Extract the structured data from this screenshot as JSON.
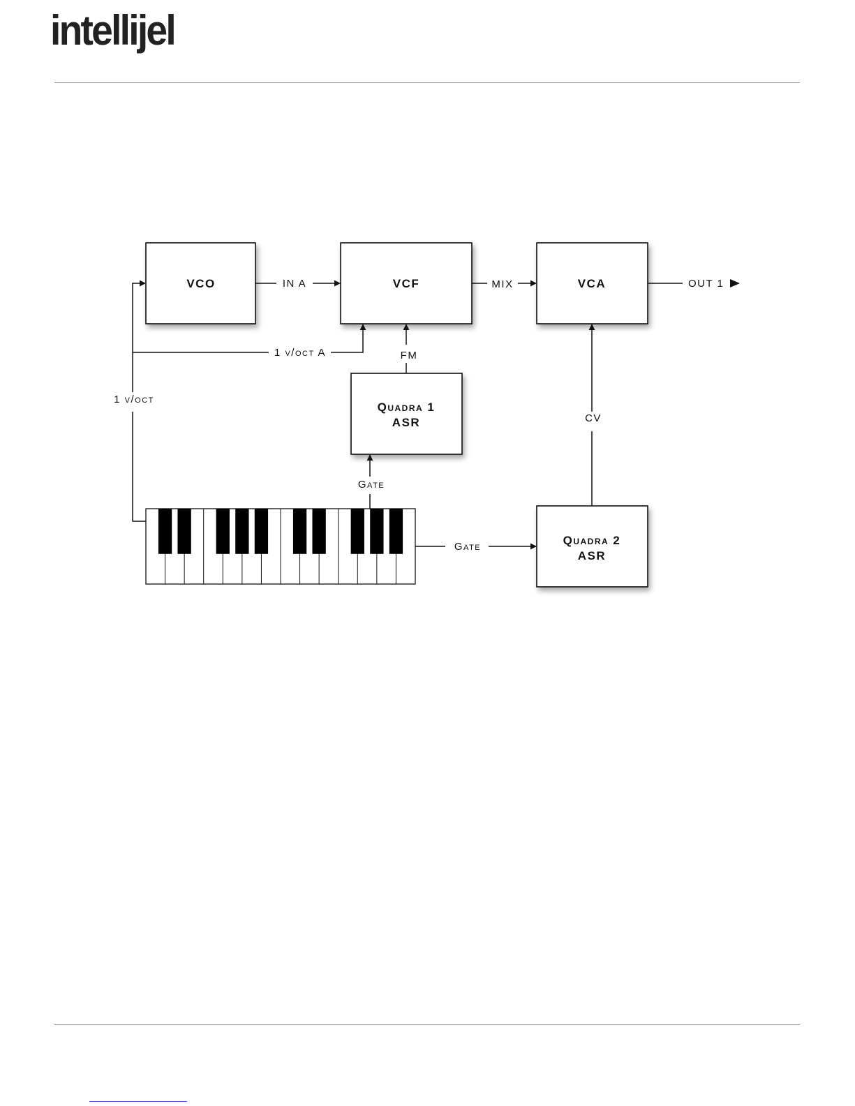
{
  "header": {
    "logo_text": "intellijel"
  },
  "diagram": {
    "modules": {
      "vco": "VCO",
      "vcf": "VCF",
      "vca": "VCA",
      "quadra1_line1": "Quadra 1",
      "quadra1_line2": "ASR",
      "quadra2_line1": "Quadra 2",
      "quadra2_line2": "ASR"
    },
    "signals": {
      "in_a": "IN A",
      "mix": "MIX",
      "out1": "OUT 1",
      "voct_a": "1 v/oct A",
      "fm": "FM",
      "voct": "1 v/oct",
      "gate_q1": "Gate",
      "gate_q2": "Gate",
      "cv": "CV"
    },
    "colors": {
      "line": "#111111",
      "black_key": "#000000",
      "box_fill": "#ffffff"
    }
  }
}
